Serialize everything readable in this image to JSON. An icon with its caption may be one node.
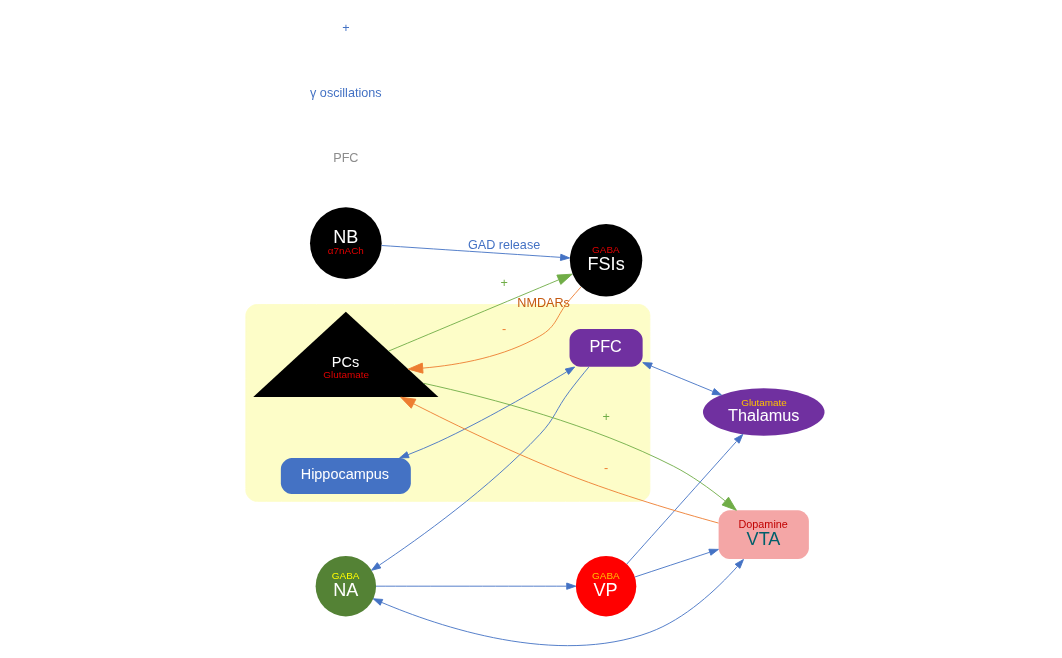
{
  "diagram": {
    "nodes": [
      {
        "text": [],
        "shape": "box"
      },
      {
        "text": [
          "Hippocampus"
        ],
        "in": 0
      },
      {
        "text": [
          "PFC"
        ],
        "in": 0
      },
      {
        "text": [
          "Glutamate",
          "Thalamus"
        ]
      },
      {
        "text": [
          "PCs",
          "Glutamate"
        ],
        "in": 0
      },
      {
        "text": [
          "GABA",
          "NA"
        ]
      },
      {
        "text": [
          "GABA",
          "FSIs"
        ],
        "beside": [
          "NMDARs"
        ]
      },
      {
        "text": [
          "GABA",
          "VP"
        ]
      },
      {
        "text": [
          "Dopamine",
          "VTA"
        ]
      },
      {
        "text": [
          "NB",
          "α7nACh"
        ]
      }
    ],
    "edges": [
      {
        "from": 1,
        "to": 2,
        "arrow": "both"
      },
      {
        "from": 2,
        "to": 3,
        "arrow": "both"
      },
      {
        "from": 2,
        "to": 5,
        "arrow": "to"
      },
      {
        "from": 4,
        "to": 6,
        "arrow": "to",
        "label": "+",
        "color": "#70ad47"
      },
      {
        "from": 6,
        "to": 4,
        "arrow": "to",
        "label": "-",
        "color": "#ed7d31"
      },
      {
        "from": 5,
        "to": 7,
        "arrow": "to"
      },
      {
        "from": 7,
        "to": 3,
        "arrow": "to"
      },
      {
        "from": 5,
        "to": 8,
        "arrow": "both"
      },
      {
        "from": 7,
        "to": 8,
        "arrow": "to"
      },
      {
        "from": 4,
        "to": 8,
        "arrow": "to",
        "label": "+",
        "color": "#70ad47"
      },
      {
        "from": 8,
        "to": 4,
        "arrow": "to",
        "label": "-",
        "color": "#ed7d31"
      },
      {
        "from": 9,
        "to": 6,
        "arrow": "to",
        "label": "GAD release"
      }
    ],
    "labels": [
      "PFC",
      "γ oscillations",
      "+"
    ]
  }
}
